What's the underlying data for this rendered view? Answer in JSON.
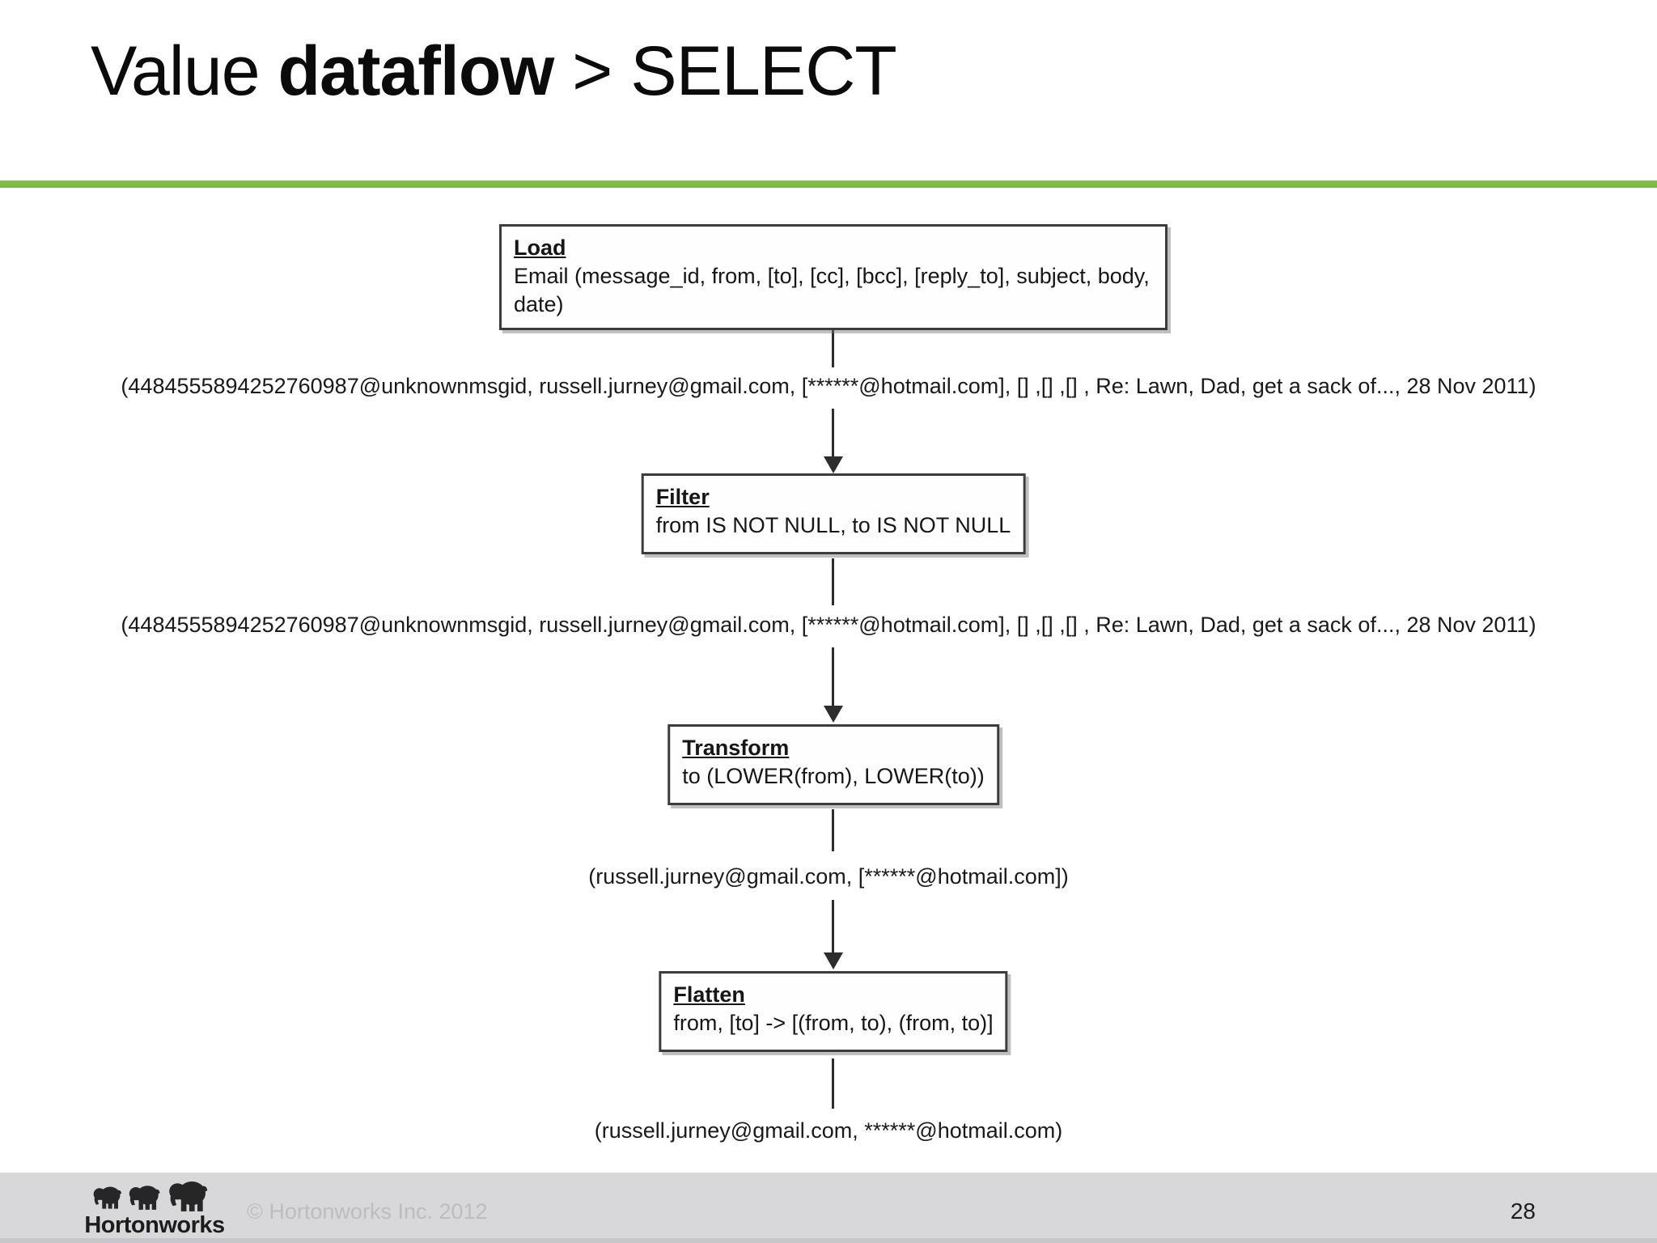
{
  "title": {
    "prefix": "Value ",
    "emphasis": "dataflow",
    "suffix": " > SELECT"
  },
  "theme": {
    "accent_green": "#7ABC43",
    "box_border": "#3C3C3C",
    "footer_gray": "#D8D8DA"
  },
  "diagram": {
    "stages": [
      {
        "name": "Load",
        "detail": "Email (message_id, from, [to], [cc], [bcc], [reply_to], subject, body, date)"
      },
      {
        "name": "Filter",
        "detail": "from IS NOT NULL, to IS NOT NULL"
      },
      {
        "name": "Transform",
        "detail": "to (LOWER(from), LOWER(to))"
      },
      {
        "name": "Flatten",
        "detail": "from, [to] -> [(from, to), (from, to)]"
      }
    ],
    "tuples": [
      "(4484555894252760987@unknownmsgid, russell.jurney@gmail.com, [******@hotmail.com], [] ,[] ,[] , Re: Lawn, Dad, get a sack of..., 28 Nov 2011)",
      "(4484555894252760987@unknownmsgid, russell.jurney@gmail.com, [******@hotmail.com], [] ,[] ,[] , Re: Lawn, Dad, get a sack of..., 28 Nov 2011)",
      "(russell.jurney@gmail.com, [******@hotmail.com])",
      "(russell.jurney@gmail.com, ******@hotmail.com)"
    ]
  },
  "footer": {
    "logo_text": "Hortonworks",
    "copyright": "© Hortonworks Inc. 2012",
    "page_number": "28"
  }
}
